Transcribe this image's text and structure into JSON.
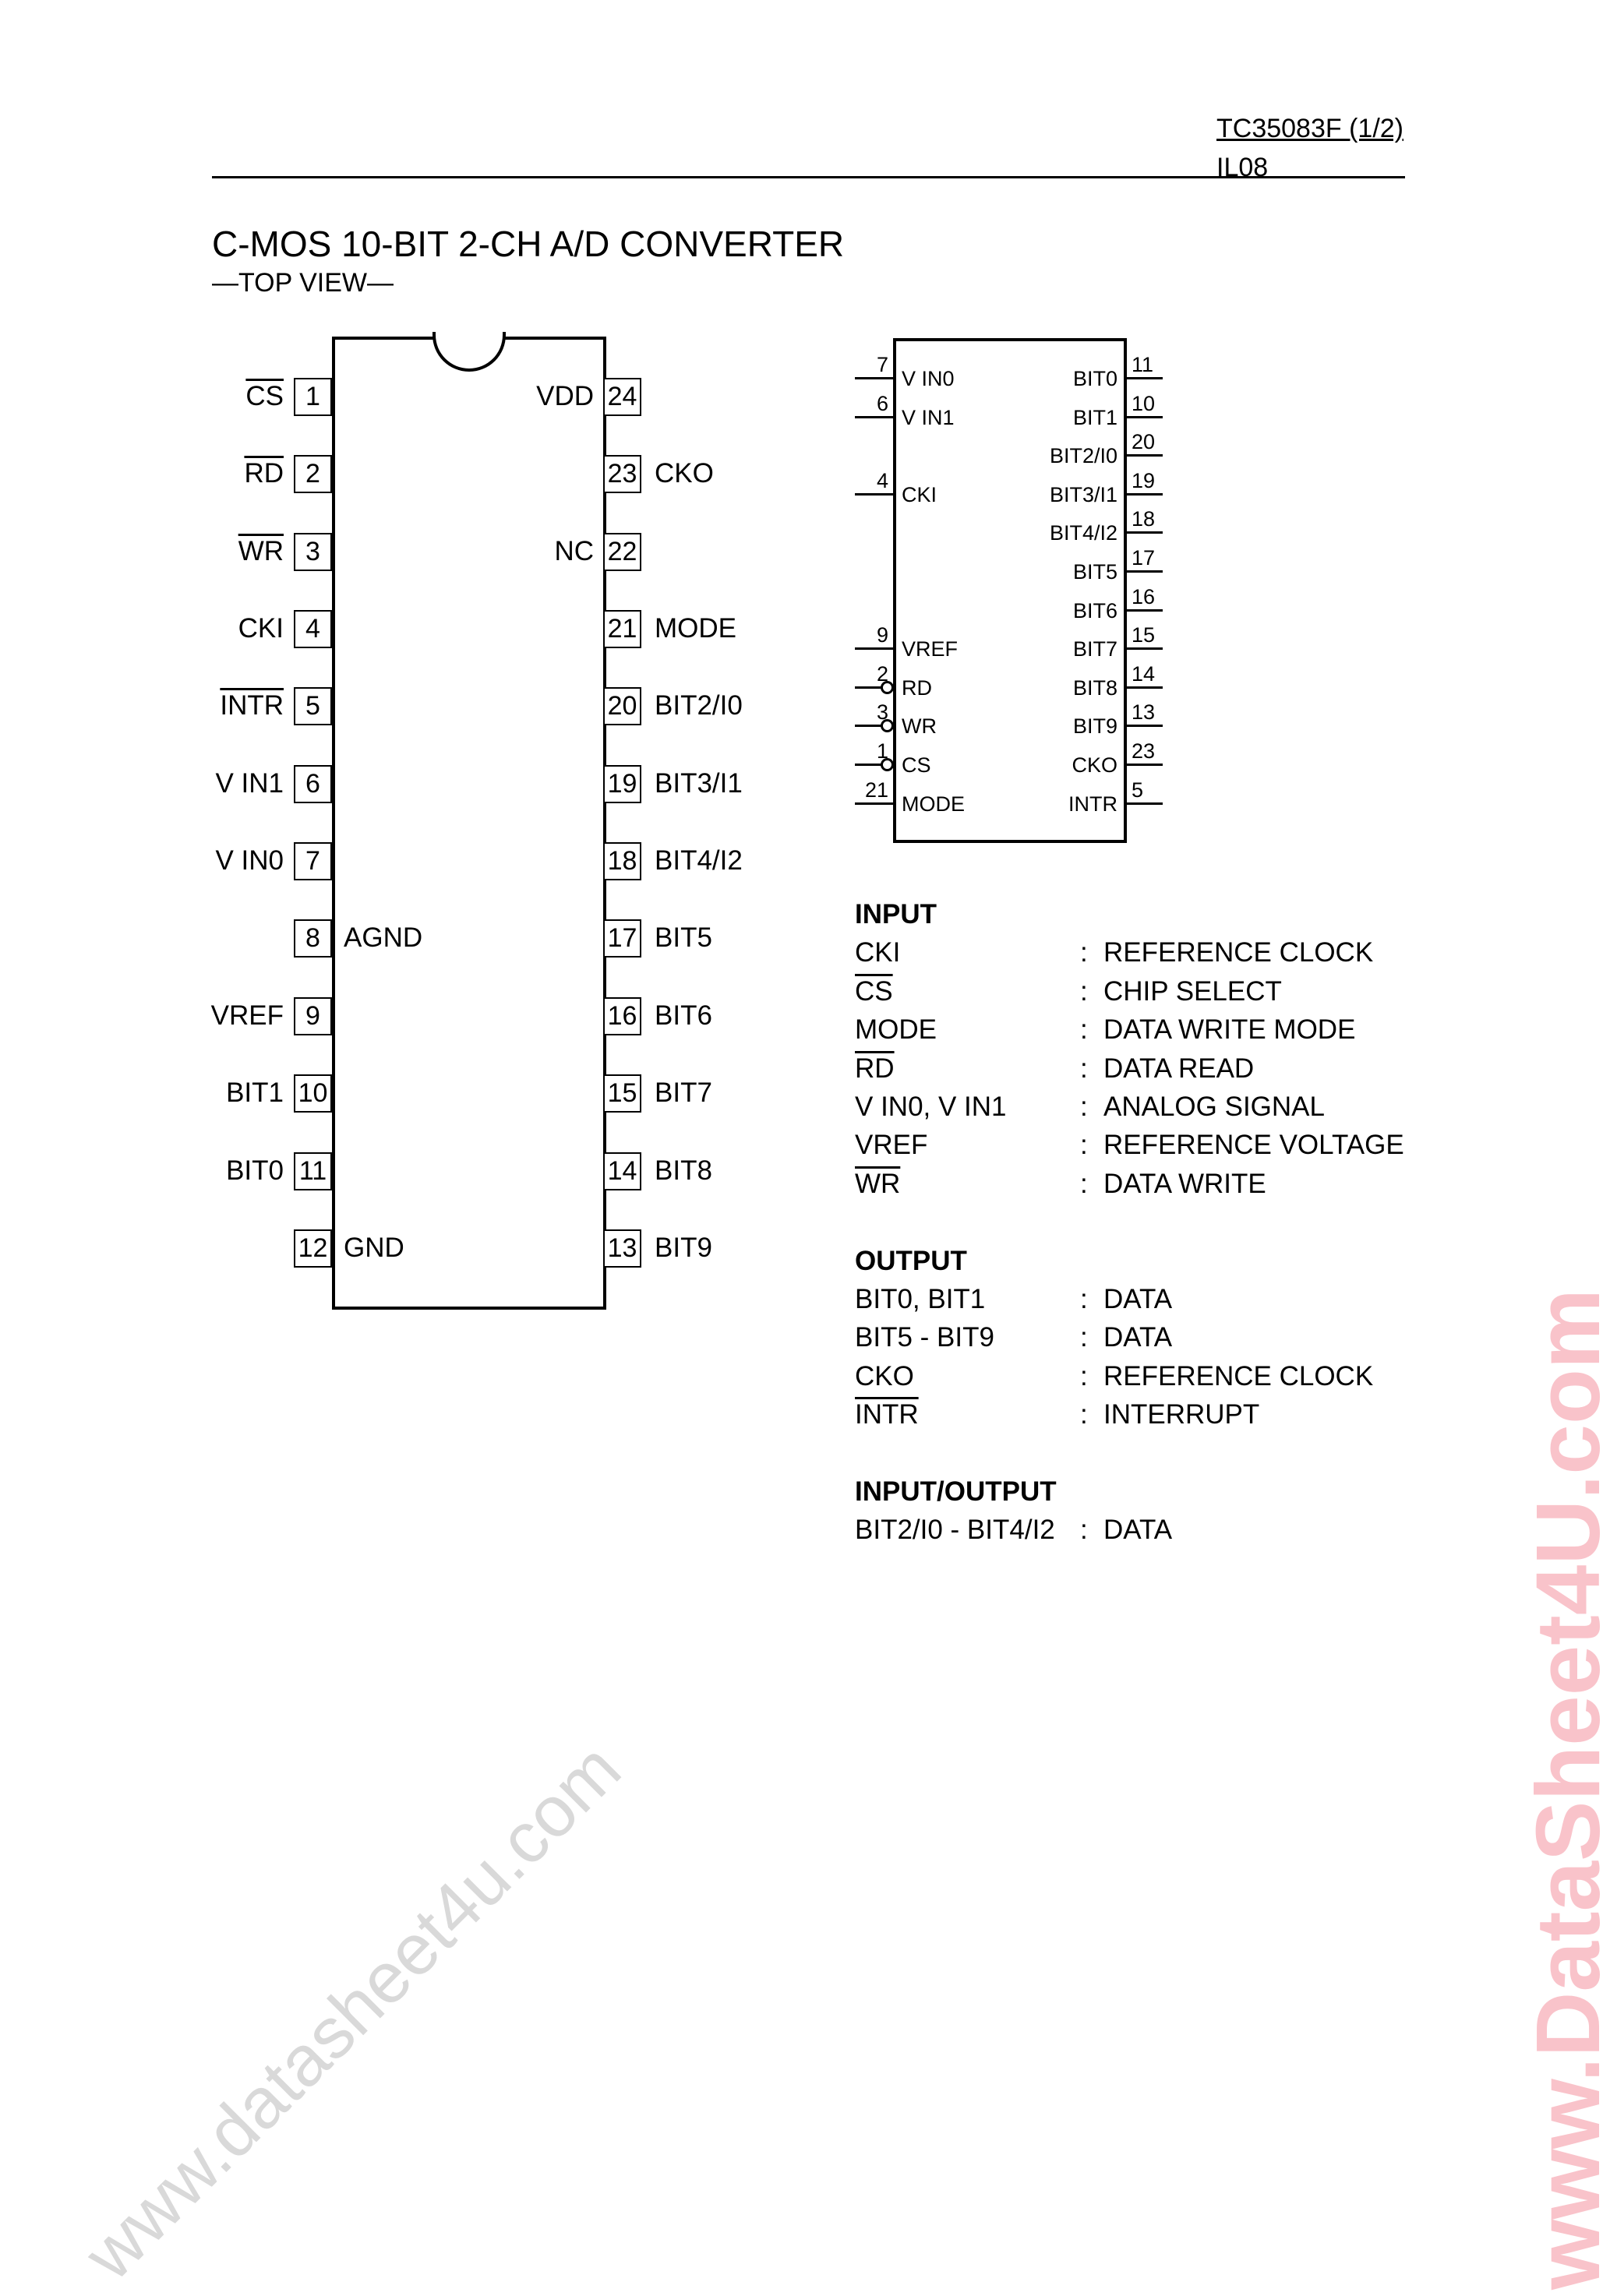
{
  "header": {
    "doc_id": "TC35083F (1/2)",
    "code": "IL08"
  },
  "title": "C-MOS 10-BIT 2-CH A/D CONVERTER",
  "subtitle": "—TOP VIEW—",
  "dip": {
    "left_pins": [
      {
        "num": "1",
        "label": "CS",
        "overline": true
      },
      {
        "num": "2",
        "label": "RD",
        "overline": true
      },
      {
        "num": "3",
        "label": "WR",
        "overline": true
      },
      {
        "num": "4",
        "label": "CKI"
      },
      {
        "num": "5",
        "label": "INTR",
        "overline": true
      },
      {
        "num": "6",
        "label": "V IN1"
      },
      {
        "num": "7",
        "label": "V IN0"
      },
      {
        "num": "8",
        "label": "AGND",
        "inside": true
      },
      {
        "num": "9",
        "label": "VREF"
      },
      {
        "num": "10",
        "label": "BIT1"
      },
      {
        "num": "11",
        "label": "BIT0"
      },
      {
        "num": "12",
        "label": "GND",
        "inside": true
      }
    ],
    "right_pins": [
      {
        "num": "24",
        "label": "VDD",
        "inside": true
      },
      {
        "num": "23",
        "label": "CKO"
      },
      {
        "num": "22",
        "label": "NC",
        "inside": true
      },
      {
        "num": "21",
        "label": "MODE"
      },
      {
        "num": "20",
        "label": "BIT2/I0"
      },
      {
        "num": "19",
        "label": "BIT3/I1"
      },
      {
        "num": "18",
        "label": "BIT4/I2"
      },
      {
        "num": "17",
        "label": "BIT5"
      },
      {
        "num": "16",
        "label": "BIT6"
      },
      {
        "num": "15",
        "label": "BIT7"
      },
      {
        "num": "14",
        "label": "BIT8"
      },
      {
        "num": "13",
        "label": "BIT9"
      }
    ]
  },
  "logic": {
    "left": [
      {
        "row": 0,
        "num": "7",
        "label": "V IN0"
      },
      {
        "row": 1,
        "num": "6",
        "label": "V IN1"
      },
      {
        "row": 3,
        "num": "4",
        "label": "CKI"
      },
      {
        "row": 7,
        "num": "9",
        "label": "VREF"
      },
      {
        "row": 8,
        "num": "2",
        "label": "RD",
        "bubble": true
      },
      {
        "row": 9,
        "num": "3",
        "label": "WR",
        "bubble": true
      },
      {
        "row": 10,
        "num": "1",
        "label": "CS",
        "bubble": true
      },
      {
        "row": 11,
        "num": "21",
        "label": "MODE"
      }
    ],
    "right": [
      {
        "num": "11",
        "label": "BIT0"
      },
      {
        "num": "10",
        "label": "BIT1"
      },
      {
        "num": "20",
        "label": "BIT2/I0"
      },
      {
        "num": "19",
        "label": "BIT3/I1"
      },
      {
        "num": "18",
        "label": "BIT4/I2"
      },
      {
        "num": "17",
        "label": "BIT5"
      },
      {
        "num": "16",
        "label": "BIT6"
      },
      {
        "num": "15",
        "label": "BIT7"
      },
      {
        "num": "14",
        "label": "BIT8"
      },
      {
        "num": "13",
        "label": "BIT9"
      },
      {
        "num": "23",
        "label": "CKO"
      },
      {
        "num": "5",
        "label": "INTR"
      }
    ]
  },
  "legend": [
    {
      "heading": "INPUT",
      "rows": [
        {
          "pin": "CKI",
          "desc": "REFERENCE CLOCK"
        },
        {
          "pin": "CS",
          "desc": "CHIP SELECT",
          "overline": true
        },
        {
          "pin": "MODE",
          "desc": "DATA WRITE MODE"
        },
        {
          "pin": "RD",
          "desc": "DATA READ",
          "overline": true
        },
        {
          "pin": "V IN0, V IN1",
          "desc": "ANALOG SIGNAL"
        },
        {
          "pin": "VREF",
          "desc": "REFERENCE VOLTAGE"
        },
        {
          "pin": "WR",
          "desc": "DATA WRITE",
          "overline": true
        }
      ]
    },
    {
      "heading": "OUTPUT",
      "rows": [
        {
          "pin": "BIT0, BIT1",
          "desc": "DATA"
        },
        {
          "pin": "BIT5 - BIT9",
          "desc": "DATA"
        },
        {
          "pin": "CKO",
          "desc": "REFERENCE CLOCK"
        },
        {
          "pin": "INTR",
          "desc": "INTERRUPT",
          "overline": true
        }
      ]
    },
    {
      "heading": "INPUT/OUTPUT",
      "rows": [
        {
          "pin": "BIT2/I0 - BIT4/I2",
          "desc": "DATA"
        }
      ]
    }
  ],
  "legend_separator": ":",
  "watermarks": {
    "diagonal": "www.datasheet4u.com",
    "vertical": "www.DataSheet4U.com",
    "diagonal_color": "#d9d9d9",
    "vertical_color": "#f9c3ca"
  }
}
